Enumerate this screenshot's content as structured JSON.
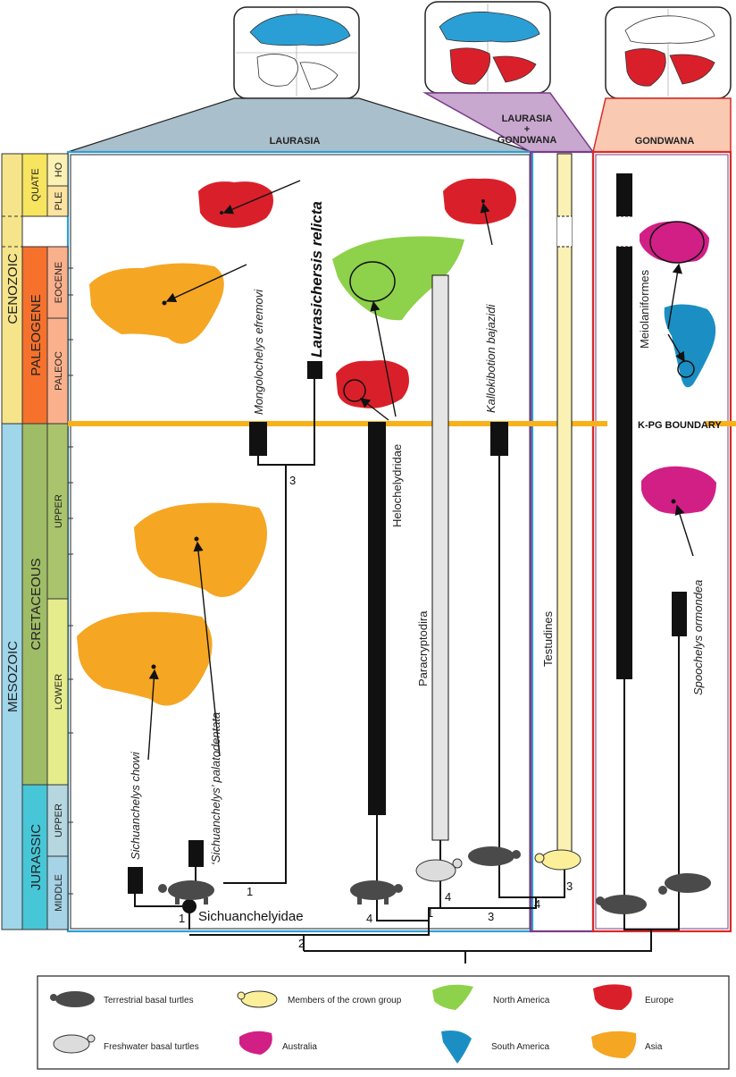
{
  "headers": {
    "laurasia": "LAURASIA",
    "laurasia_gondwana_1": "LAURASIA",
    "laurasia_gondwana_2": "+",
    "laurasia_gondwana_3": "GONDWANA",
    "gondwana": "GONDWANA"
  },
  "timescale": {
    "eras": {
      "mesozoic": "MESOZOIC",
      "cenozoic": "CENOZOIC"
    },
    "periods": {
      "quate": "QUATE",
      "paleogene": "PALEOGENE",
      "cretaceous": "CRETACEOUS",
      "jurassic": "JURASSIC"
    },
    "epochs": {
      "ho": "HO",
      "ple": "PLE",
      "eocene": "EOCENE",
      "paleoc": "PALEOC",
      "upper_k": "UPPER",
      "lower_k": "LOWER",
      "upper_j": "UPPER",
      "middle_j": "MIDDLE"
    }
  },
  "boundary_label": "K-PG BOUNDARY",
  "taxa": {
    "laurasichersis": "Laurasichersis relicta",
    "mongolochelys": "Mongolochelys efremovi",
    "kallokibotion": "Kallokibotion bajazidi",
    "helochelydridae": "Helochelydridae",
    "paracryptodira": "Paracryptodira",
    "testudines": "Testudines",
    "meiolaniformes": "Meiolaniformes",
    "spoochelys": "Spoochelys ormondea",
    "sichuanchelys_chowi": "Sichuanchelys chowi",
    "sichuanchelys_palatodentata": "‘Sichuanchelys’ palatodentata",
    "sichuanchelyidae": "Sichuanchelyidae"
  },
  "node_numbers": {
    "n_sich_1": "1",
    "n_sich_2": "1",
    "n_mong": "3",
    "n_helo": "4",
    "n_para1": "1",
    "n_para2": "4",
    "n_test": "3",
    "n_kall": "4",
    "n_test2": "3",
    "n_root": "2"
  },
  "legend": [
    {
      "key": "terrestrial",
      "label": "Terrestrial basal turtles"
    },
    {
      "key": "crown",
      "label": "Members of the crown group"
    },
    {
      "key": "north_america",
      "label": "North America"
    },
    {
      "key": "europe",
      "label": "Europe"
    },
    {
      "key": "freshwater",
      "label": "Freshwater basal turtles"
    },
    {
      "key": "australia",
      "label": "Australia"
    },
    {
      "key": "south_america",
      "label": "South America"
    },
    {
      "key": "asia",
      "label": "Asia"
    }
  ],
  "colors": {
    "asia": "#f5a623",
    "europe": "#d9202a",
    "north_america": "#8ed14a",
    "australia": "#d11f86",
    "south_america": "#1b8fc3",
    "laurasia_blue": "#2a9fd6",
    "laurasia_header": "#a9bfcc",
    "lg_header": "#c9a8cf",
    "lg_border": "#7a3b8a",
    "gondwana_header": "#f9c9b2",
    "gondwana_border": "#d92b25",
    "kpg": "#f7b21b",
    "turtle_terrestrial": "#4a4a4a",
    "turtle_freshwater": "#dcdcdc",
    "turtle_crown": "#fbef9a",
    "testudines_bar": "#fbf1b4",
    "paracryptodira_bar": "#e5e5e5"
  }
}
